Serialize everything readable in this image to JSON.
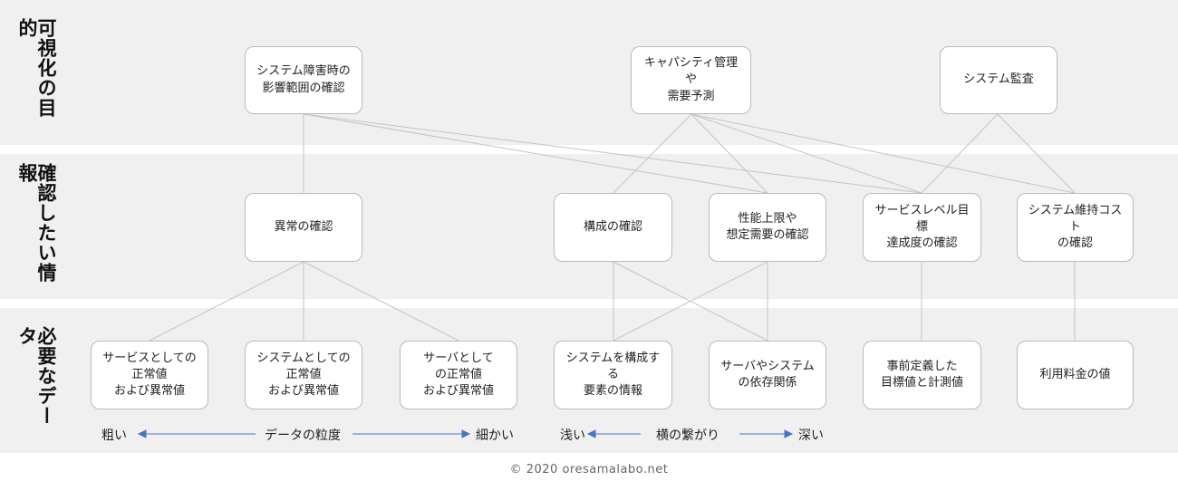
{
  "left_labels": {
    "top": "可視化の目的",
    "middle": "確認したい情報",
    "bottom": "必要なデータ"
  },
  "purposes": [
    {
      "label": "システム障害時の\n影響範囲の確認"
    },
    {
      "label": "キャパシティ管理や\n需要予測"
    },
    {
      "label": "システム監査"
    }
  ],
  "info": [
    {
      "label": "異常の確認"
    },
    {
      "label": "構成の確認"
    },
    {
      "label": "性能上限や\n想定需要の確認"
    },
    {
      "label": "サービスレベル目標\n達成度の確認"
    },
    {
      "label": "システム維持コスト\nの確認"
    }
  ],
  "data_items": [
    {
      "label": "サービスとしての\n正常値\nおよび異常値"
    },
    {
      "label": "システムとしての\n正常値\nおよび異常値"
    },
    {
      "label": "サーバとして\nの正常値\nおよび異常値"
    },
    {
      "label": "システムを構成する\n要素の情報"
    },
    {
      "label": "サーバやシステム\nの依存関係"
    },
    {
      "label": "事前定義した\n目標値と計測値"
    },
    {
      "label": "利用料金の値"
    }
  ],
  "axes": {
    "granularity": {
      "left": "粗い",
      "center": "データの粒度",
      "right": "細かい"
    },
    "connection": {
      "left": "浅い",
      "center": "横の繋がり",
      "right": "深い"
    }
  },
  "footer": {
    "copyright": "© 2020 oresamalabo.net"
  },
  "colors": {
    "band": "#f0f0f0",
    "line": "#bbbbbb",
    "arrow": "#4a72c4",
    "box_border": "#bbbbbb"
  }
}
